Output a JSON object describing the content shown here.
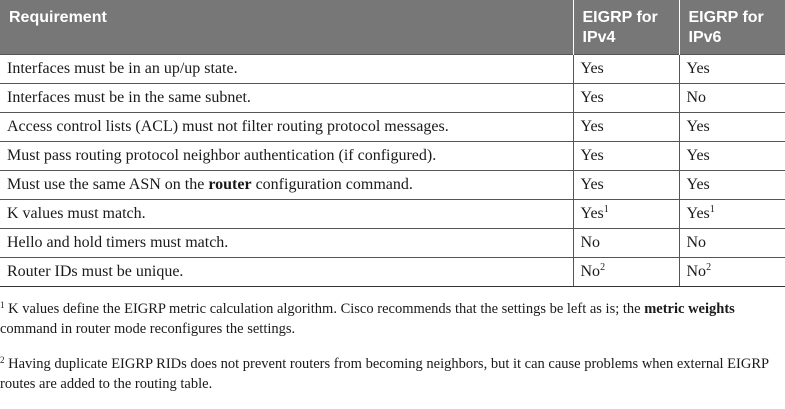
{
  "table": {
    "headers": {
      "requirement": "Requirement",
      "ipv4": "EIGRP for IPv4",
      "ipv6": "EIGRP for IPv6"
    },
    "rows": [
      {
        "req_pre": "Interfaces must be in an up/up state.",
        "req_bold": "",
        "req_post": "",
        "ipv4": "Yes",
        "ipv4_sup": "",
        "ipv6": "Yes",
        "ipv6_sup": ""
      },
      {
        "req_pre": "Interfaces must be in the same subnet.",
        "req_bold": "",
        "req_post": "",
        "ipv4": "Yes",
        "ipv4_sup": "",
        "ipv6": "No",
        "ipv6_sup": ""
      },
      {
        "req_pre": "Access control lists (ACL) must not filter routing protocol messages.",
        "req_bold": "",
        "req_post": "",
        "ipv4": "Yes",
        "ipv4_sup": "",
        "ipv6": "Yes",
        "ipv6_sup": ""
      },
      {
        "req_pre": "Must pass routing protocol neighbor authentication (if configured).",
        "req_bold": "",
        "req_post": "",
        "ipv4": "Yes",
        "ipv4_sup": "",
        "ipv6": "Yes",
        "ipv6_sup": ""
      },
      {
        "req_pre": "Must use the same ASN on the ",
        "req_bold": "router",
        "req_post": " configuration command.",
        "ipv4": "Yes",
        "ipv4_sup": "",
        "ipv6": "Yes",
        "ipv6_sup": ""
      },
      {
        "req_pre": "K values must match.",
        "req_bold": "",
        "req_post": "",
        "ipv4": "Yes",
        "ipv4_sup": "1",
        "ipv6": "Yes",
        "ipv6_sup": "1"
      },
      {
        "req_pre": "Hello and hold timers must match.",
        "req_bold": "",
        "req_post": "",
        "ipv4": "No",
        "ipv4_sup": "",
        "ipv6": "No",
        "ipv6_sup": ""
      },
      {
        "req_pre": "Router IDs must be unique.",
        "req_bold": "",
        "req_post": "",
        "ipv4": "No",
        "ipv4_sup": "2",
        "ipv6": "No",
        "ipv6_sup": "2"
      }
    ]
  },
  "footnotes": [
    {
      "marker": "1",
      "text_pre": " K values define the EIGRP metric calculation algorithm. Cisco recommends that the settings be left as is; the ",
      "bold": "metric weights",
      "text_post": " command in router mode reconfigures the settings."
    },
    {
      "marker": "2",
      "text_pre": " Having duplicate EIGRP RIDs does not prevent routers from becoming neighbors, but it can cause problems when external EIGRP routes are added to the routing table.",
      "bold": "",
      "text_post": ""
    }
  ]
}
